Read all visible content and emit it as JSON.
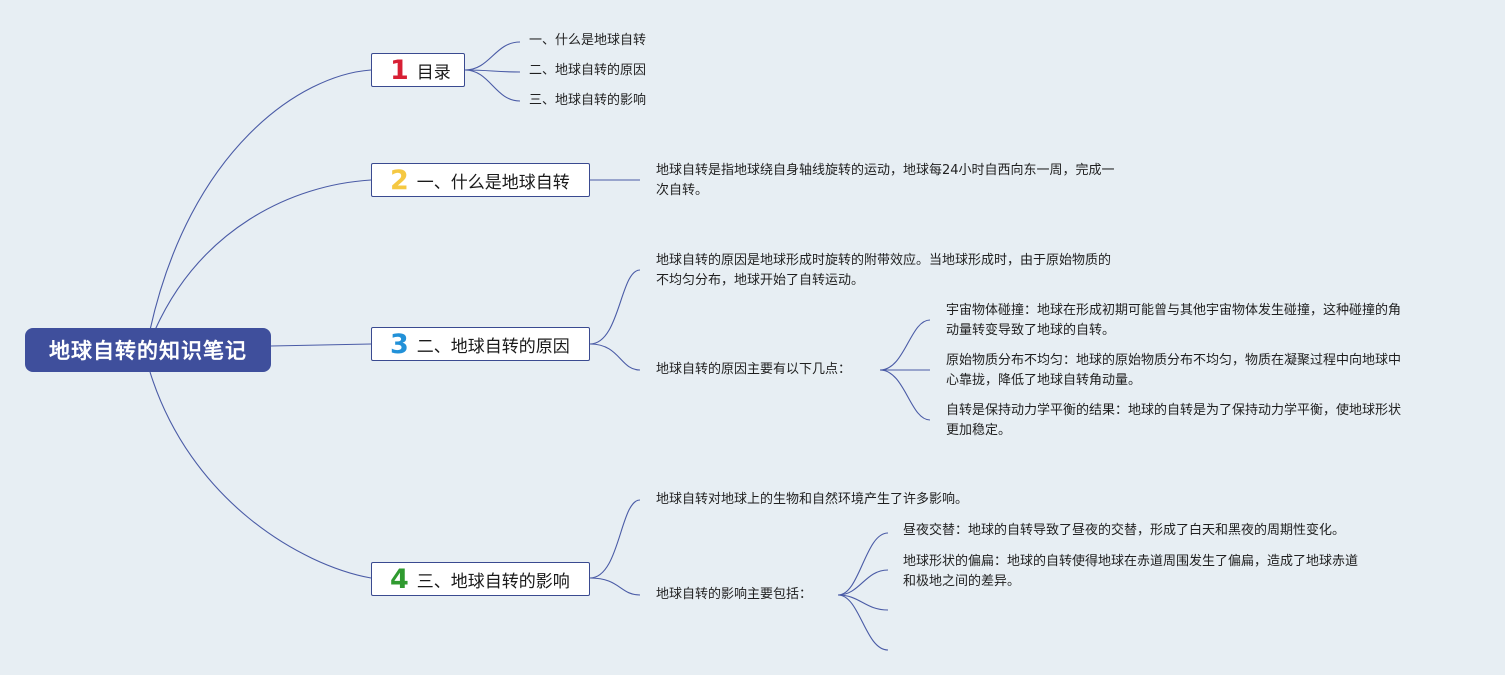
{
  "root": {
    "title": "地球自转的知识笔记"
  },
  "topics": [
    {
      "number": "1",
      "label": "目录",
      "number_color": "#d71f34"
    },
    {
      "number": "2",
      "label": "一、什么是地球自转",
      "number_color": "#f5c842"
    },
    {
      "number": "3",
      "label": "二、地球自转的原因",
      "number_color": "#2291d8"
    },
    {
      "number": "4",
      "label": "三、地球自转的影响",
      "number_color": "#2f9a2f"
    }
  ],
  "toc": [
    "一、什么是地球自转",
    "二、地球自转的原因",
    "三、地球自转的影响"
  ],
  "what": {
    "lines": [
      "地球自转是指地球绕自身轴线旋转的运动，地球每24小时自西向东一周，完成一",
      "次自转。"
    ]
  },
  "cause": {
    "intro": [
      "地球自转的原因是地球形成时旋转的附带效应。当地球形成时，由于原始物质的",
      "不均匀分布，地球开始了自转运动。"
    ],
    "list_label": "地球自转的原因主要有以下几点：",
    "items": [
      [
        "宇宙物体碰撞：地球在形成初期可能曾与其他宇宙物体发生碰撞，这种碰撞的角",
        "动量转变导致了地球的自转。"
      ],
      [
        "原始物质分布不均匀：地球的原始物质分布不均匀，物质在凝聚过程中向地球中",
        "心靠拢，降低了地球自转角动量。"
      ],
      [
        "自转是保持动力学平衡的结果：地球的自转是为了保持动力学平衡，使地球形状",
        "更加稳定。"
      ]
    ]
  },
  "effect": {
    "intro": "地球自转对地球上的生物和自然环境产生了许多影响。",
    "list_label": "地球自转的影响主要包括：",
    "items": [
      [
        "昼夜交替：地球的自转导致了昼夜的交替，形成了白天和黑夜的周期性变化。"
      ],
      [
        "地球形状的偏扁：地球的自转使得地球在赤道周围发生了偏扁，造成了地球赤道",
        "和极地之间的差异。"
      ]
    ]
  },
  "colors": {
    "line": "#4a5ba6",
    "root_fill": "#3f4f9c",
    "background": "#e7eef3"
  }
}
